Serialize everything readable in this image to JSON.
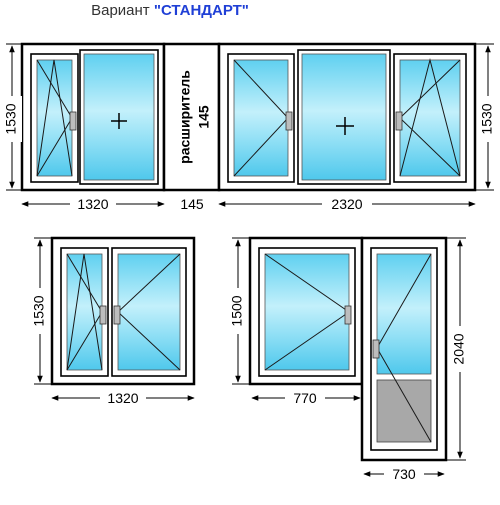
{
  "title": {
    "prefix": "Вариант",
    "variant": "\"СТАНДАРТ\""
  },
  "top_row": {
    "left_window": {
      "height": "1530",
      "width": "1320"
    },
    "extender": {
      "label": "расширитель",
      "size": "145",
      "width": "145"
    },
    "right_window": {
      "height": "1530",
      "width": "2320"
    }
  },
  "bottom_left_window": {
    "height": "1530",
    "width": "1320"
  },
  "balcony_block": {
    "window": {
      "height": "1500",
      "width": "770"
    },
    "door": {
      "height": "2040",
      "width": "730"
    }
  },
  "colors": {
    "glass_top": "#5fd0f0",
    "glass_mid": "#b4ecfa",
    "title_accent": "#1f3fd6",
    "door_panel": "#a8a8a8"
  }
}
